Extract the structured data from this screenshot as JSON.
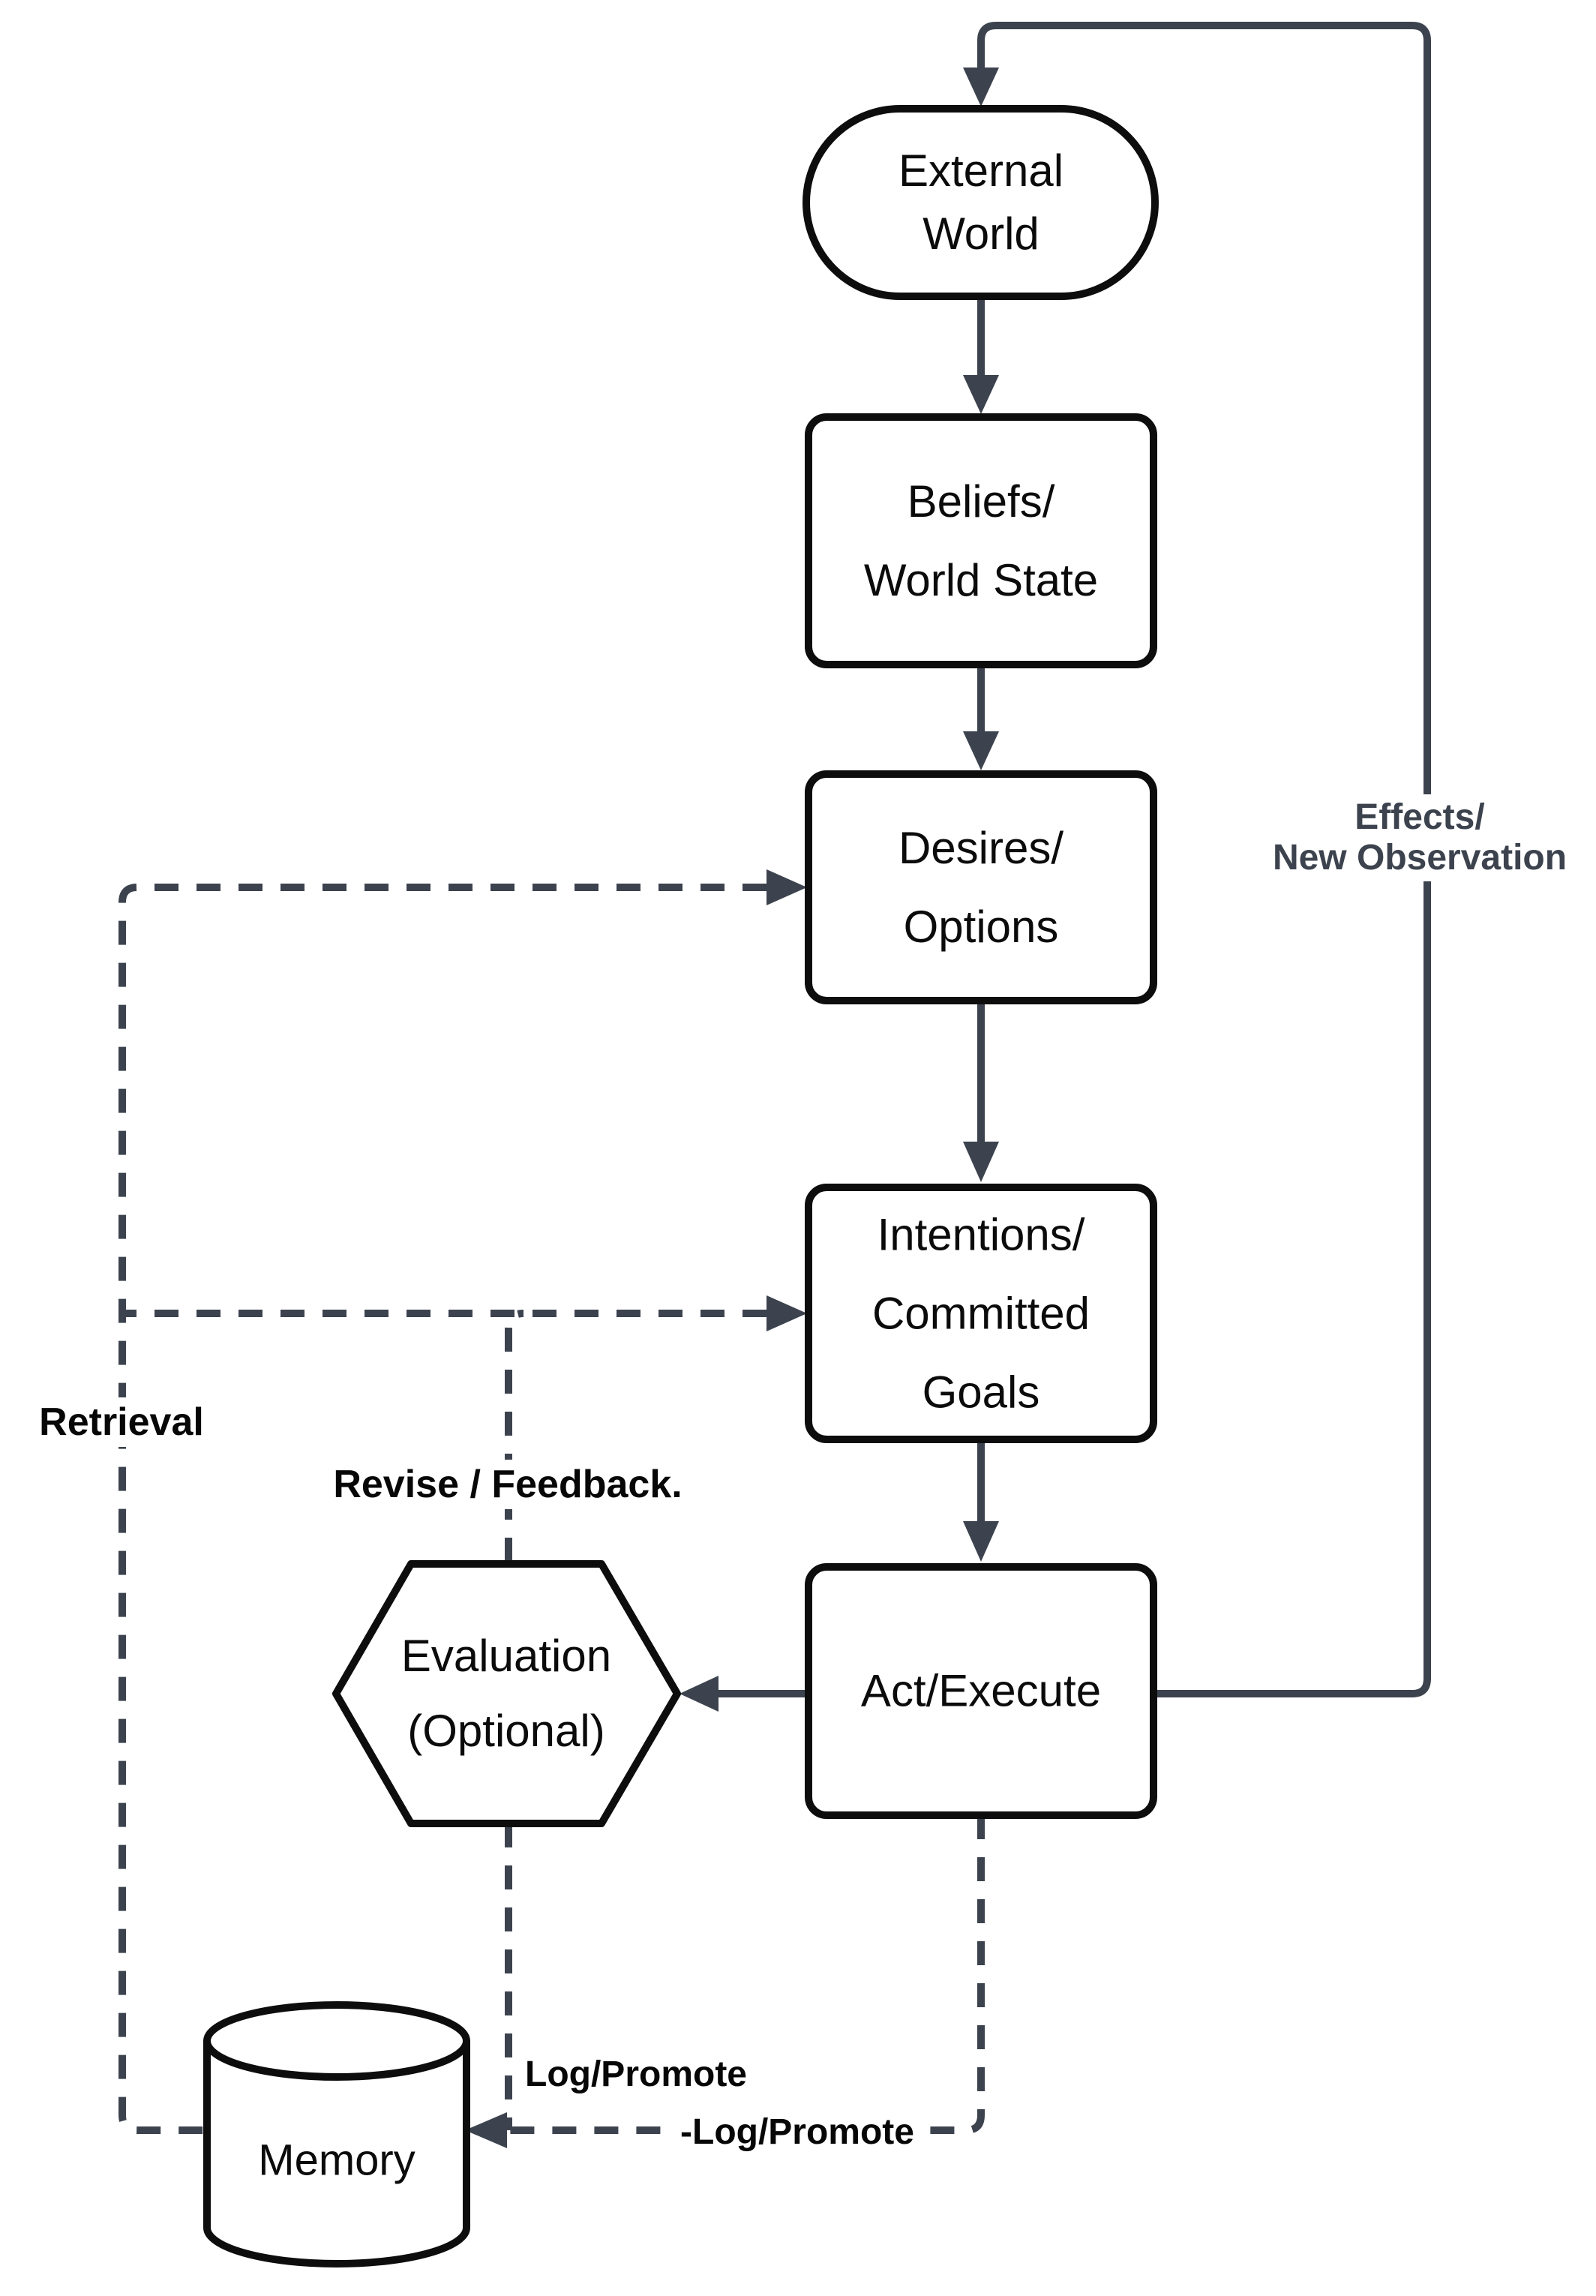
{
  "nodes": {
    "external_world": {
      "line1": "External",
      "line2": "World"
    },
    "beliefs": {
      "line1": "Beliefs/",
      "line2": "World State"
    },
    "desires": {
      "line1": "Desires/",
      "line2": "Options"
    },
    "intentions": {
      "line1": "Intentions/",
      "line2": "Committed",
      "line3": "Goals"
    },
    "act": {
      "label": "Act/Execute"
    },
    "evaluation": {
      "line1": "Evaluation",
      "line2": "(Optional)"
    },
    "memory": {
      "label": "Memory"
    }
  },
  "edge_labels": {
    "effects_line1": "Effects/",
    "effects_line2": "New Observation",
    "retrieval": "Retrieval",
    "revise_feedback": "Revise / Feedback.",
    "log_promote_upper": "Log/Promote",
    "log_promote_lower": "-Log/Promote"
  },
  "colors": {
    "connector": "#3c434e",
    "shape_border": "#0d0d0d",
    "label_text": "#070707",
    "node_text": "#0b0b0b",
    "background": "#ffffff"
  }
}
